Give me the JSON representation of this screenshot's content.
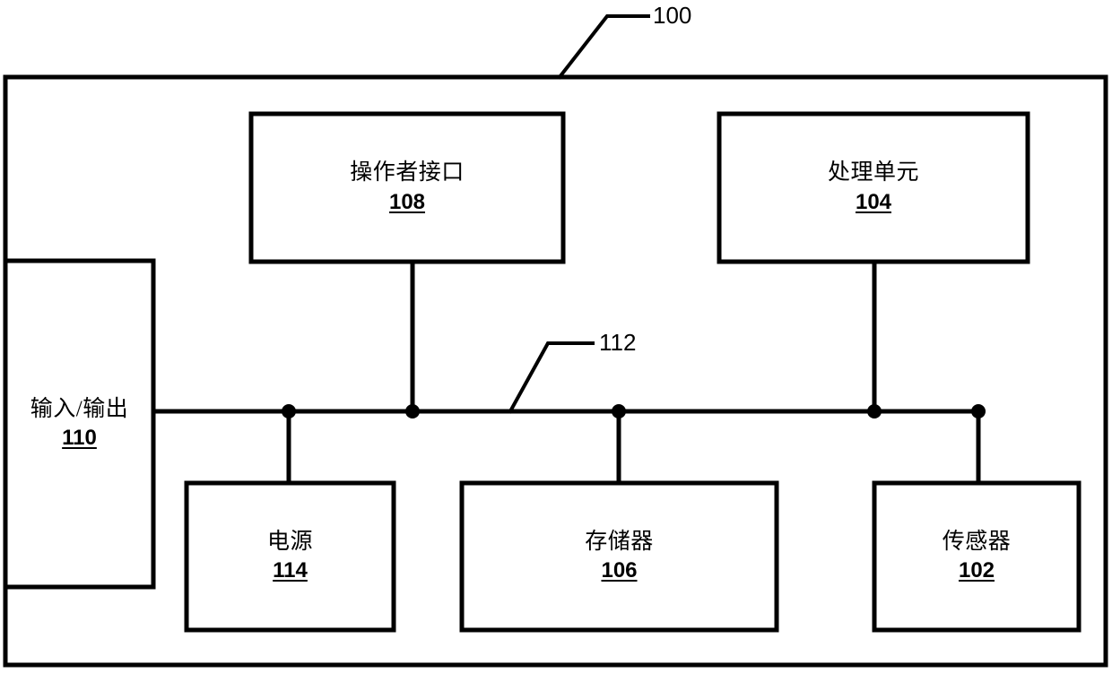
{
  "figure": {
    "type": "patent-block-diagram",
    "background_color": "#ffffff",
    "line_color": "#000000",
    "system_ref": "100",
    "bus_ref": "112"
  },
  "outer_enclosure": {
    "name": "system-enclosure",
    "ref": "100"
  },
  "bus": {
    "name": "system-bus",
    "ref": "112"
  },
  "blocks": [
    {
      "id": "operator-interface",
      "title": "操作者接口",
      "ref": "108"
    },
    {
      "id": "processing-unit",
      "title": "处理单元",
      "ref": "104"
    },
    {
      "id": "input-output",
      "title": "输入/输出",
      "ref": "110"
    },
    {
      "id": "power-supply",
      "title": "电源",
      "ref": "114"
    },
    {
      "id": "memory",
      "title": "存储器",
      "ref": "106"
    },
    {
      "id": "sensor",
      "title": "传感器",
      "ref": "102"
    }
  ]
}
